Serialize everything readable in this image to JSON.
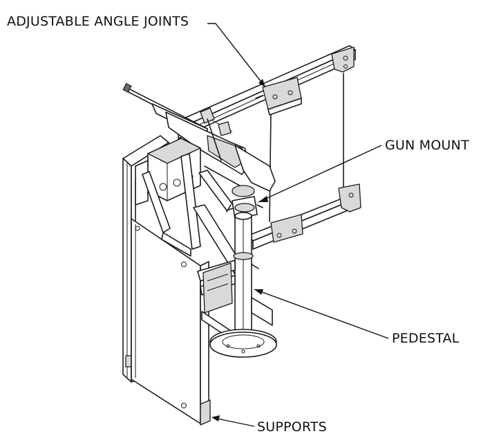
{
  "labels": {
    "joints": "ADJUSTABLE ANGLE JOINTS",
    "gun_mount": "GUN MOUNT",
    "pedestal": "PEDESTAL",
    "supports": "SUPPORTS"
  },
  "colors": {
    "line": "#1a1a1a",
    "background": "#ffffff",
    "shade": "#d9d9d9"
  }
}
